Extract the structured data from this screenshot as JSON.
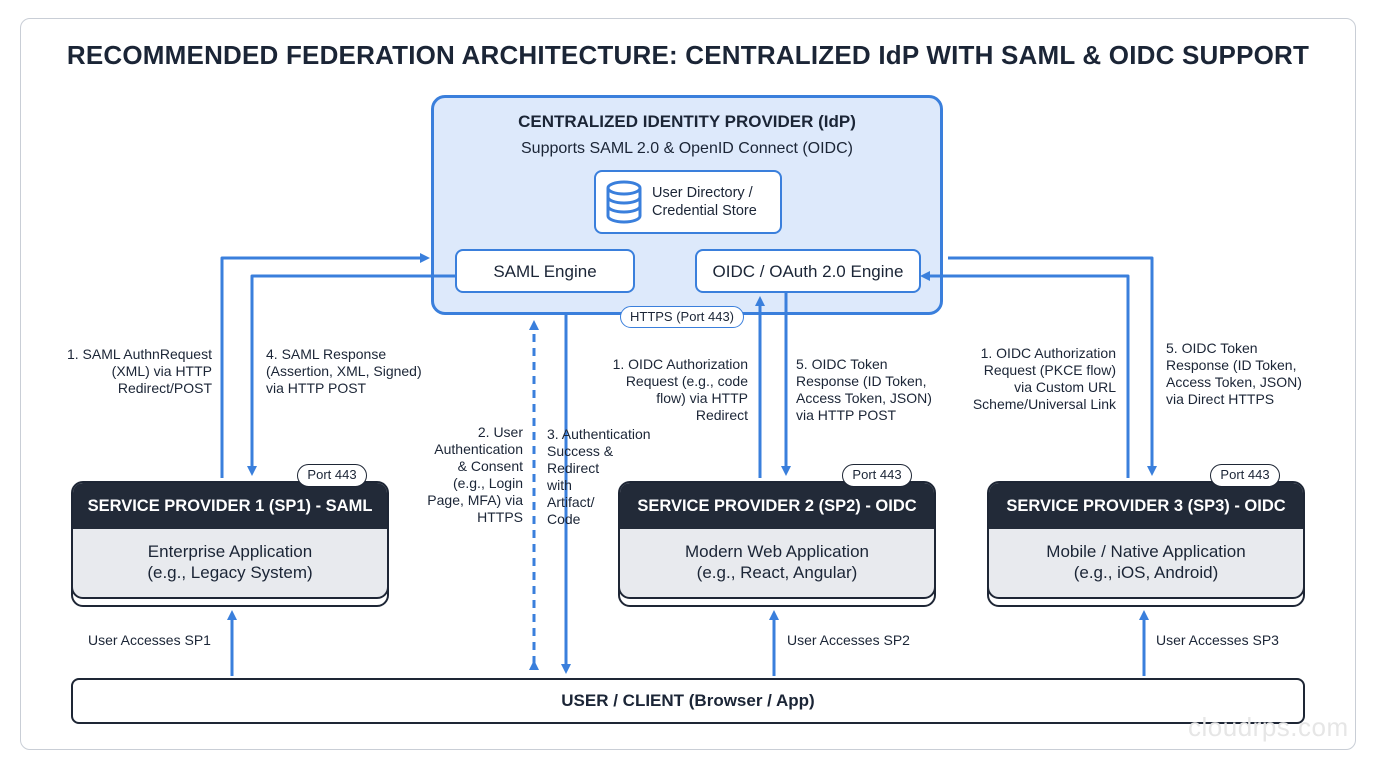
{
  "title": "RECOMMENDED FEDERATION ARCHITECTURE: CENTRALIZED IdP WITH SAML & OIDC SUPPORT",
  "idp": {
    "title": "CENTRALIZED IDENTITY PROVIDER (IdP)",
    "subtitle": "Supports SAML 2.0 & OpenID Connect (OIDC)",
    "store_label": "User Directory / Credential Store",
    "store_icon": "database-icon",
    "saml_engine": "SAML Engine",
    "oidc_engine": "OIDC / OAuth 2.0 Engine",
    "https_port": "HTTPS (Port 443)"
  },
  "service_providers": [
    {
      "header": "SERVICE PROVIDER 1 (SP1) - SAML",
      "app": "Enterprise Application",
      "example": "(e.g., Legacy System)",
      "port": "Port 443",
      "user_access": "User Accesses SP1"
    },
    {
      "header": "SERVICE PROVIDER 2 (SP2) - OIDC",
      "app": "Modern Web Application",
      "example": "(e.g., React, Angular)",
      "port": "Port 443",
      "user_access": "User Accesses SP2"
    },
    {
      "header": "SERVICE PROVIDER 3 (SP3) - OIDC",
      "app": "Mobile / Native Application",
      "example": "(e.g., iOS, Android)",
      "port": "Port 443",
      "user_access": "User Accesses SP3"
    }
  ],
  "flows": {
    "sp1_request": [
      "1. SAML AuthnRequest",
      "(XML) via HTTP",
      "Redirect/POST"
    ],
    "sp1_response": [
      "4. SAML Response",
      "(Assertion, XML, Signed)",
      "via HTTP POST"
    ],
    "user_auth": [
      "2. User",
      "Authentication",
      "& Consent",
      "(e.g., Login",
      "Page, MFA) via",
      "HTTPS"
    ],
    "auth_success": [
      "3. Authentication",
      "Success &",
      "Redirect",
      "with",
      "Artifact/",
      "Code"
    ],
    "sp2_request": [
      "1. OIDC Authorization",
      "Request (e.g., code",
      "flow) via HTTP",
      "Redirect"
    ],
    "sp2_response": [
      "5. OIDC Token",
      "Response (ID Token,",
      "Access Token, JSON)",
      "via HTTP POST"
    ],
    "sp3_request": [
      "1. OIDC Authorization",
      "Request (PKCE flow)",
      "via Custom URL",
      "Scheme/Universal Link"
    ],
    "sp3_response": [
      "5. OIDC Token",
      "Response (ID Token,",
      "Access Token, JSON)",
      "via Direct HTTPS"
    ]
  },
  "user_client": "USER / CLIENT (Browser / App)",
  "watermark": "cloudrps.com",
  "colors": {
    "accent": "#3a7fdc",
    "idp_fill": "#dde9fb",
    "dark": "#222a38",
    "sp_fill": "#e8eaee"
  }
}
